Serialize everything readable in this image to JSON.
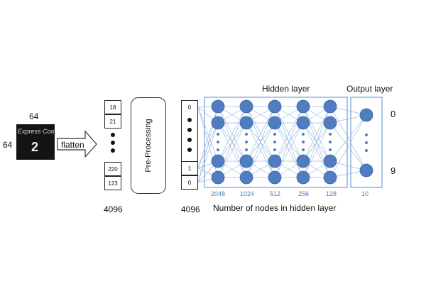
{
  "input_image": {
    "width_label": "64",
    "height_label": "64",
    "sign_text": "Express Coo",
    "digit": "2"
  },
  "flatten_label": "flatten",
  "vector1": {
    "top_values": [
      "18",
      "21"
    ],
    "bottom_values": [
      "220",
      "123"
    ],
    "size_label": "4096"
  },
  "preprocessing_label": "Pre-Processing",
  "vector2": {
    "top_value": "0",
    "bottom_values": [
      "1",
      "0"
    ],
    "size_label": "4096"
  },
  "hidden_layer_title": "Hidden layer",
  "output_layer_title": "Output layer",
  "hidden_node_counts": [
    "2048",
    "1024",
    "512",
    "256",
    "128"
  ],
  "output_node_count": "10",
  "output_labels": {
    "top": "0",
    "bottom": "9"
  },
  "x_caption": "Number of nodes in hidden layer",
  "colors": {
    "node": "#4f7dc0",
    "node_stroke": "#3a63a6",
    "box": "#6f9fd8",
    "edge": "#9cbbe2",
    "label_blue": "#4a7fc0"
  }
}
